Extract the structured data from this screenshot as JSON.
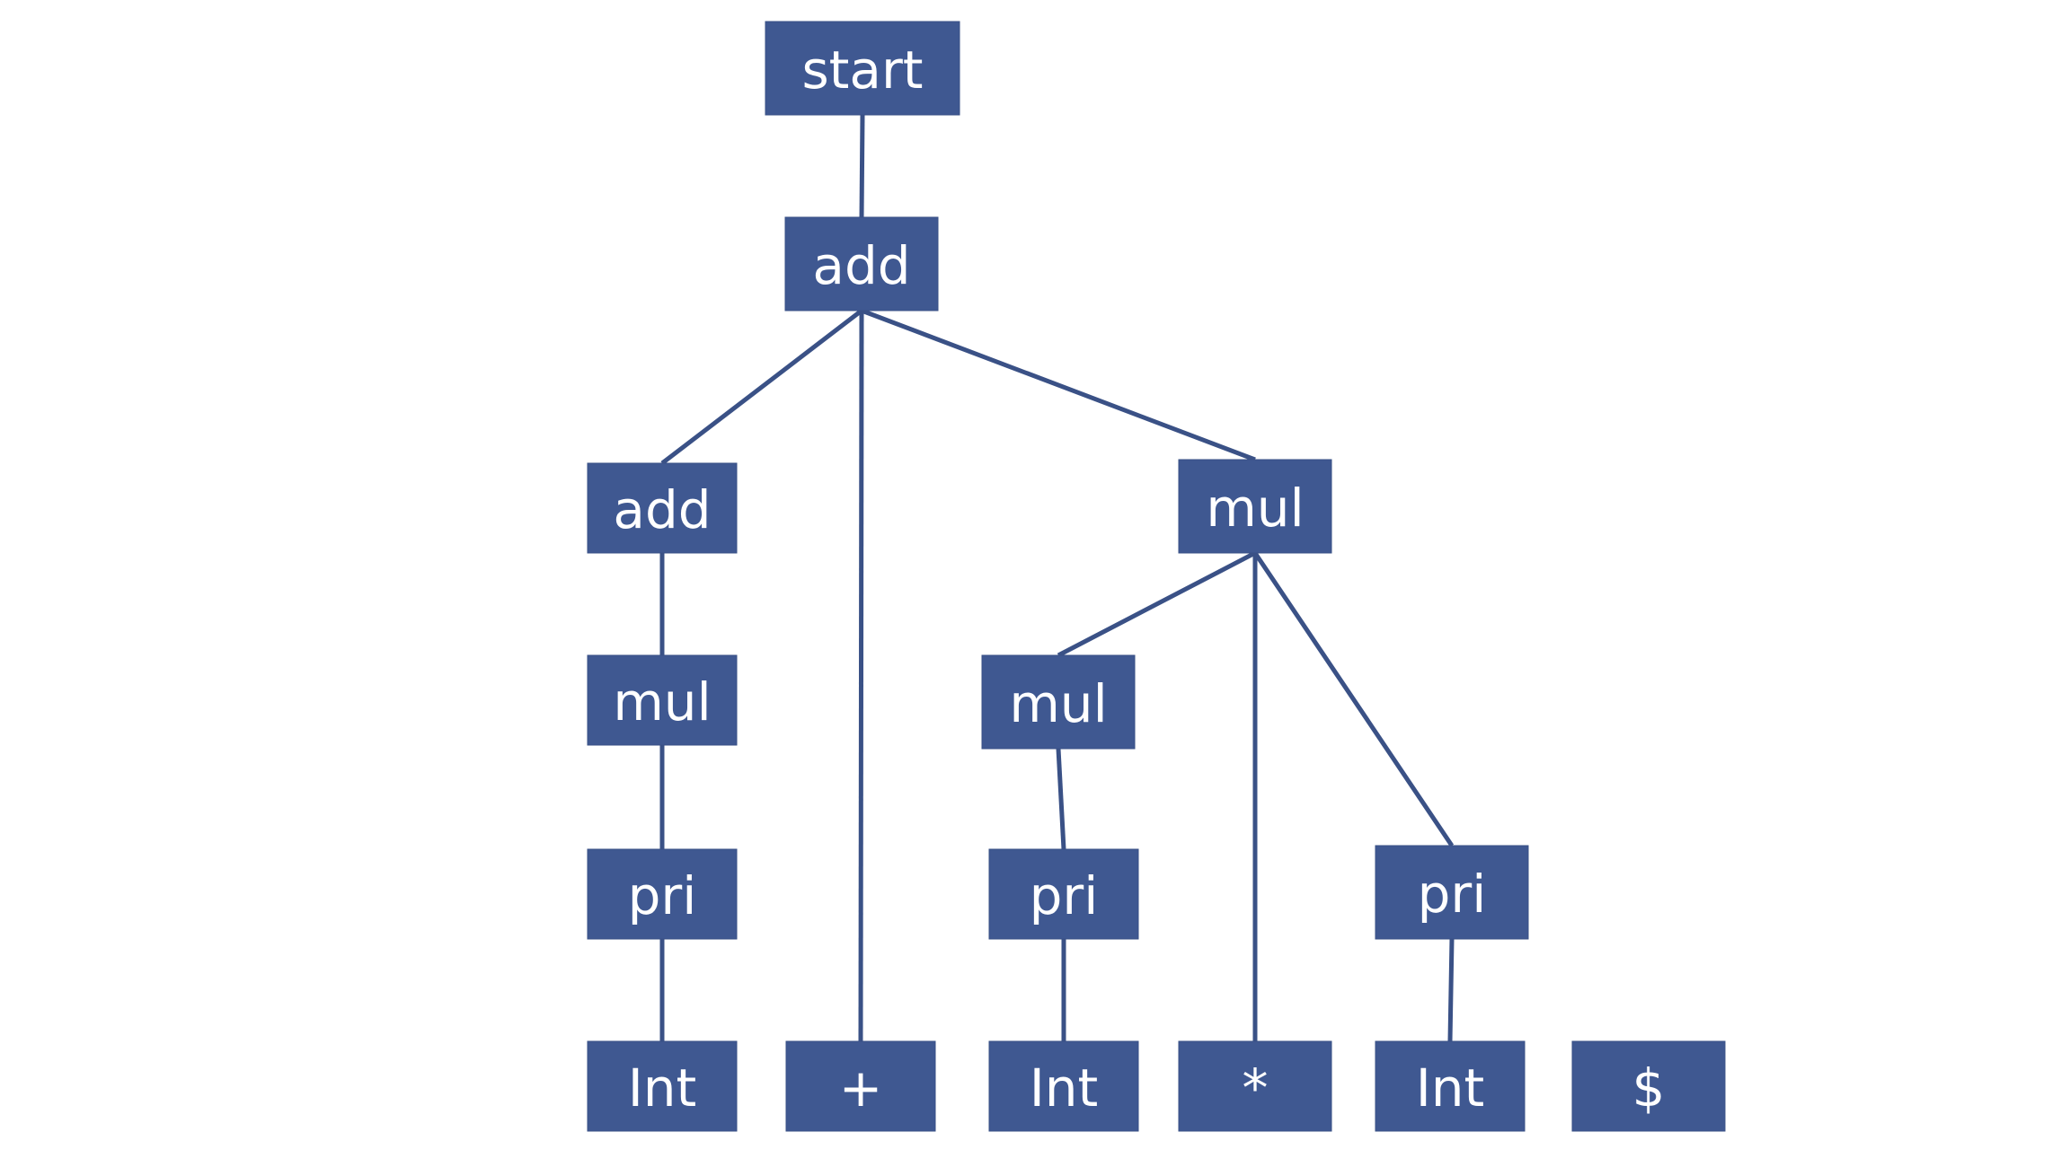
{
  "diagram": {
    "colors": {
      "node_fill": "#3f5891",
      "edge": "#3a5186",
      "text": "#ffffff",
      "background": "#ffffff"
    },
    "nodes": [
      {
        "id": "start",
        "label": "start"
      },
      {
        "id": "add_top",
        "label": "add"
      },
      {
        "id": "add_left",
        "label": "add"
      },
      {
        "id": "mul_right",
        "label": "mul"
      },
      {
        "id": "mul_left",
        "label": "mul"
      },
      {
        "id": "mul_mid",
        "label": "mul"
      },
      {
        "id": "pri_left",
        "label": "pri"
      },
      {
        "id": "pri_mid",
        "label": "pri"
      },
      {
        "id": "pri_right",
        "label": "pri"
      },
      {
        "id": "int_1",
        "label": "Int"
      },
      {
        "id": "plus",
        "label": "+"
      },
      {
        "id": "int_2",
        "label": "Int"
      },
      {
        "id": "star",
        "label": "*"
      },
      {
        "id": "int_3",
        "label": "Int"
      },
      {
        "id": "dollar",
        "label": "$"
      }
    ],
    "edges": [
      {
        "from": "start",
        "to": "add_top"
      },
      {
        "from": "add_top",
        "to": "add_left"
      },
      {
        "from": "add_top",
        "to": "plus"
      },
      {
        "from": "add_top",
        "to": "mul_right"
      },
      {
        "from": "add_left",
        "to": "mul_left"
      },
      {
        "from": "mul_left",
        "to": "pri_left"
      },
      {
        "from": "pri_left",
        "to": "int_1"
      },
      {
        "from": "mul_right",
        "to": "mul_mid"
      },
      {
        "from": "mul_right",
        "to": "star"
      },
      {
        "from": "mul_right",
        "to": "pri_right"
      },
      {
        "from": "mul_mid",
        "to": "pri_mid"
      },
      {
        "from": "pri_mid",
        "to": "int_2"
      },
      {
        "from": "pri_right",
        "to": "int_3"
      }
    ]
  }
}
